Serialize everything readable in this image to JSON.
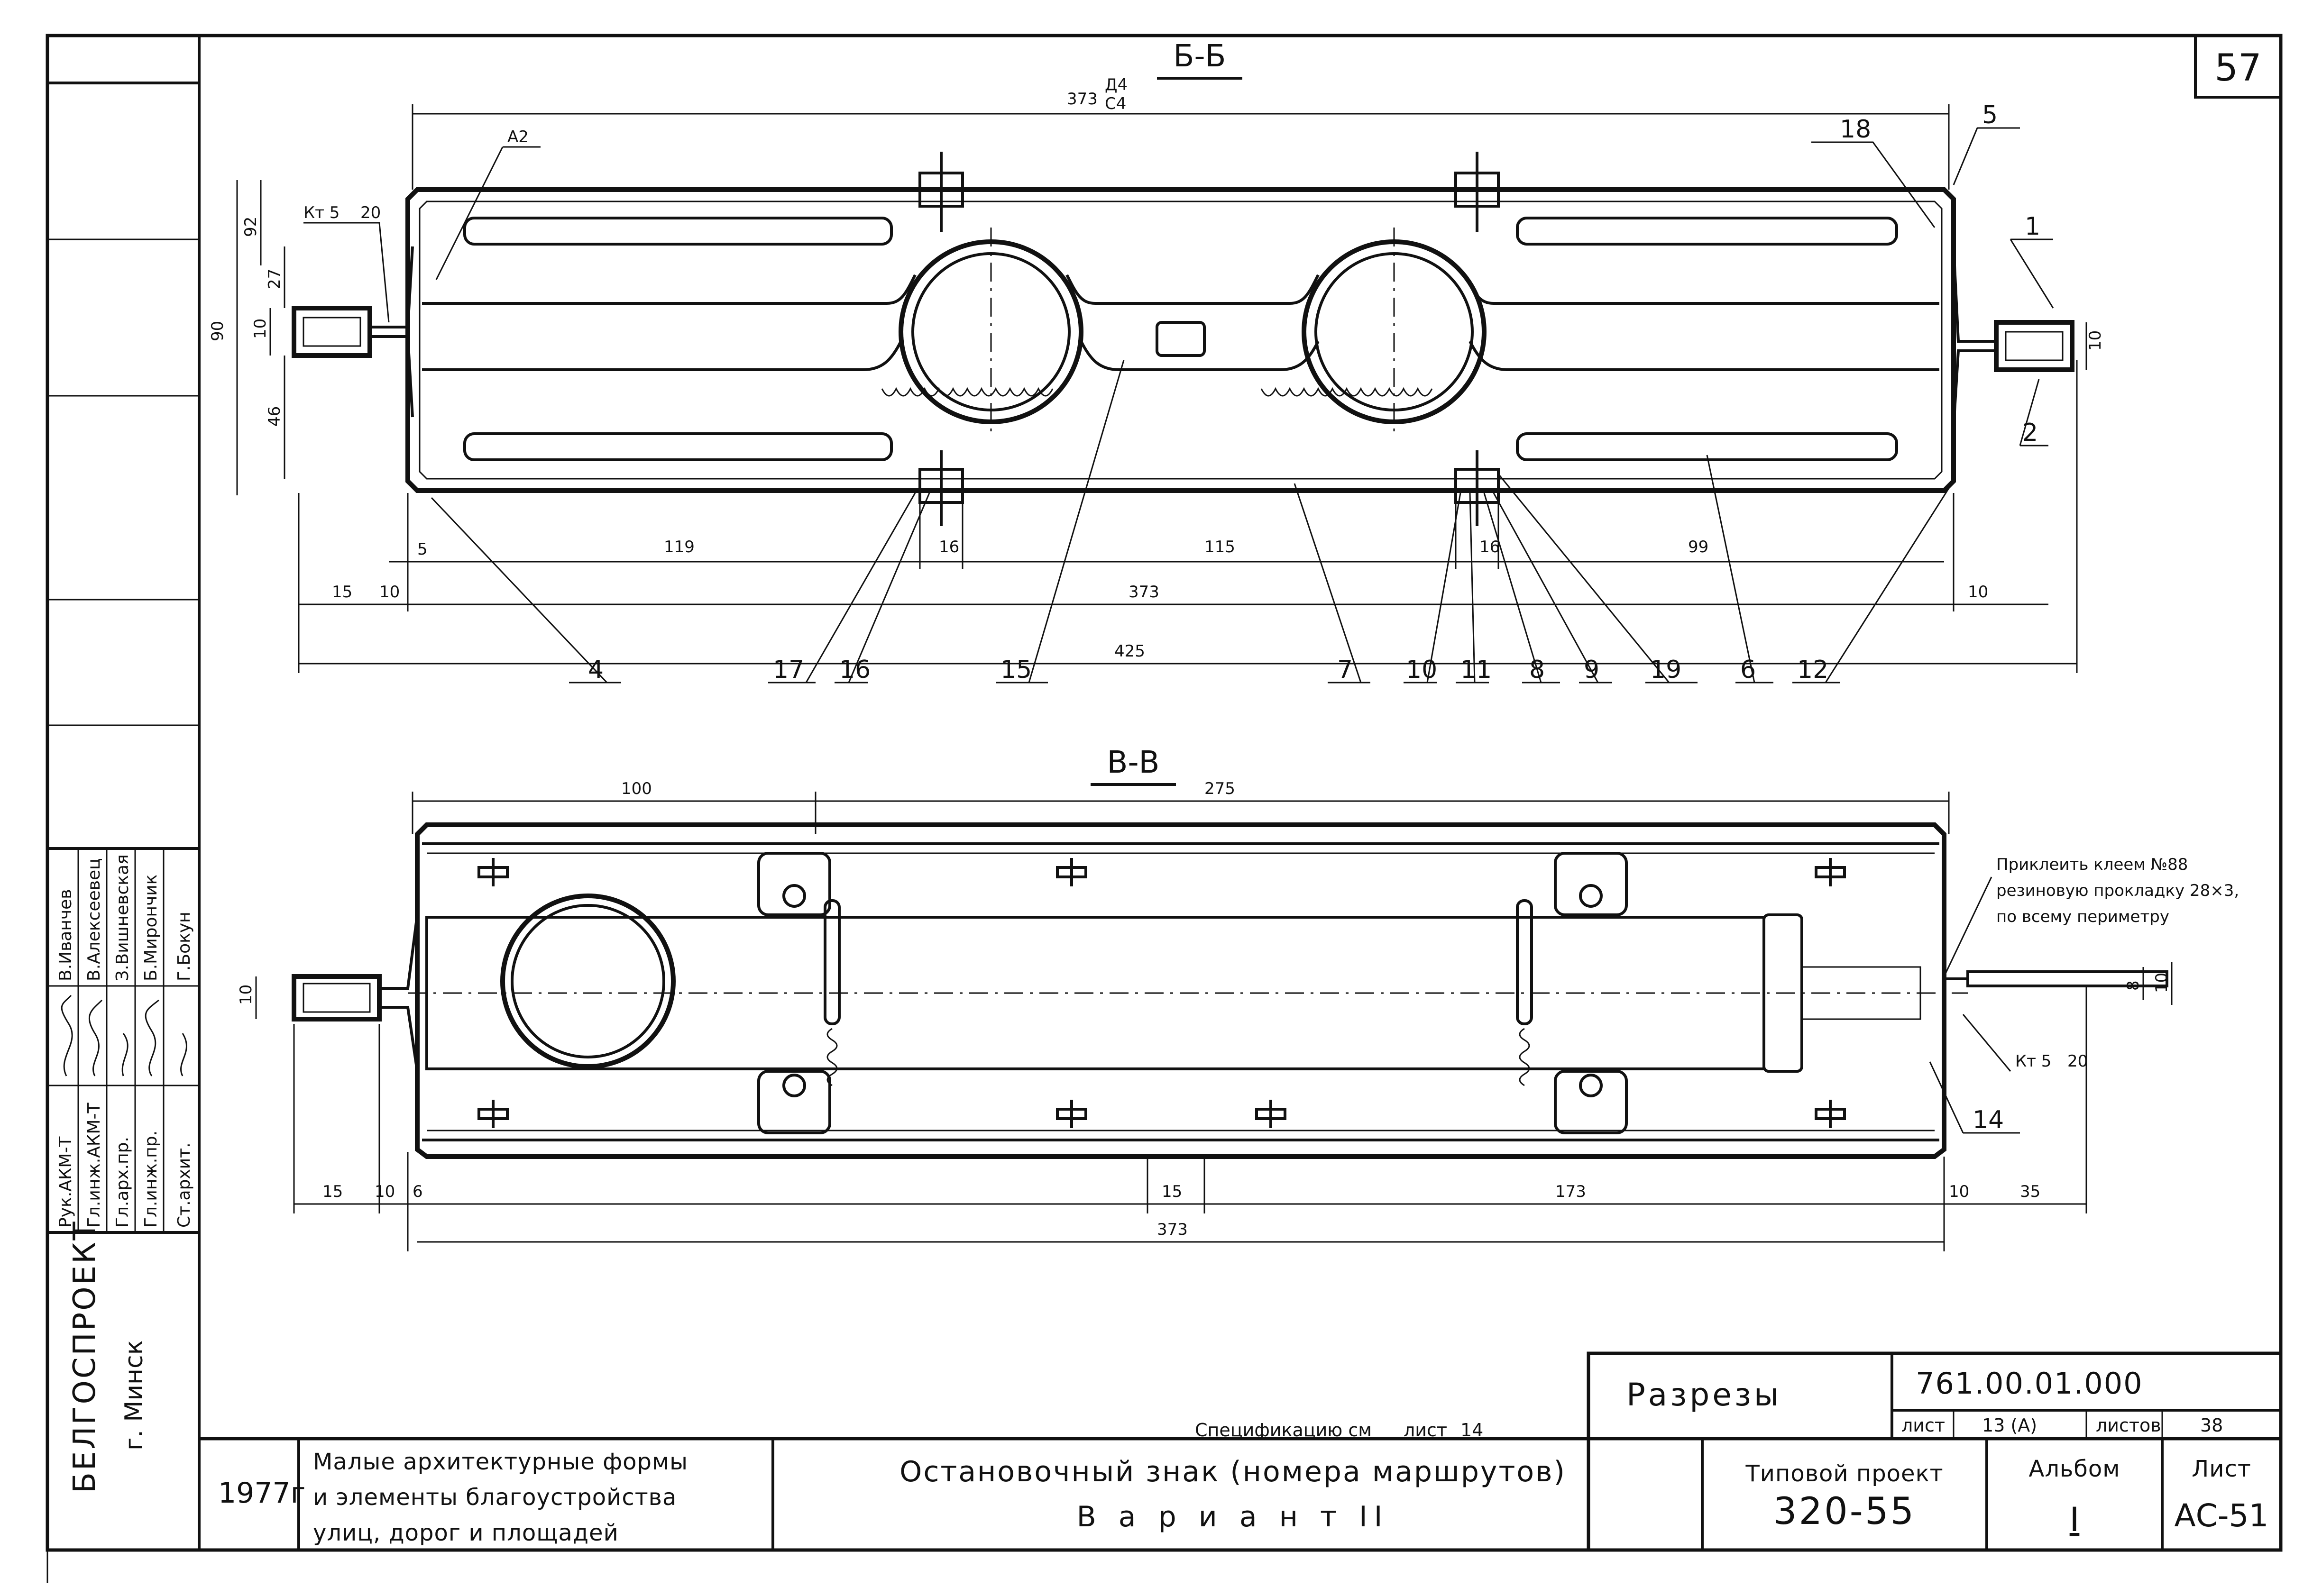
{
  "sheet_number": "57",
  "sections": {
    "bb": {
      "title": "Б-Б",
      "top_dim_a": "373",
      "top_dim_b": "Д4",
      "top_dim_c": "С4",
      "vert_dims": [
        "90",
        "92",
        "27",
        "10",
        "46",
        "10"
      ],
      "note_left": "Кт 5",
      "note_left_num": "20",
      "label_a2": "А2",
      "horiz_dims": [
        "5",
        "119",
        "16",
        "115",
        "16",
        "99",
        "15",
        "10",
        "373",
        "10",
        "425"
      ],
      "callouts": [
        "18",
        "5",
        "1",
        "2",
        "4",
        "17",
        "16",
        "15",
        "7",
        "10",
        "11",
        "8",
        "9",
        "19",
        "6",
        "12"
      ]
    },
    "vv": {
      "title": "В-В",
      "top_dims": [
        "100",
        "275"
      ],
      "left_dim": "10",
      "right_dims": [
        "8",
        "10"
      ],
      "bottom_dims": [
        "15",
        "10",
        "6",
        "15",
        "173",
        "10",
        "35",
        "373"
      ],
      "note_right": [
        "Приклеить клеем №88",
        "резиновую прокладку 28×3,",
        "по всему периметру"
      ],
      "note_kt": "Кт 5",
      "note_kt_num": "20",
      "callout_14": "14"
    }
  },
  "spec_note": {
    "text": "Спецификацию см",
    "sheet_word": "лист",
    "sheet_num": "14"
  },
  "title_block": {
    "sheet_name": "Разрезы",
    "doc_code": "761.00.01.000",
    "list_label": "лист",
    "list_value": "13 (А)",
    "lists_label": "листов",
    "lists_value": "38",
    "year": "1977г",
    "album_title": [
      "Малые архитектурные формы",
      "и элементы благоустройства",
      "улиц, дорог и площадей"
    ],
    "object_title": "Остановочный знак (номера маршрутов)",
    "variant": "В а р и а н т  II",
    "project_label": "Типовой проект",
    "project_value": "320-55",
    "album_label": "Альбом",
    "album_value": "I",
    "sheet_label": "Лист",
    "sheet_value": "АС-51"
  },
  "side_stamp": {
    "org": "БЕЛГОСПРОЕКТ",
    "city": "г. Минск",
    "roles": [
      "Рук.АКМ-Т",
      "Гл.инж.АКМ-Т",
      "Гл.арх.пр.",
      "Гл.инж.пр.",
      "Ст.архит."
    ],
    "names": [
      "В.Иванчев",
      "В.Алексеевец",
      "З.Вишневская",
      "Б.Мирончик",
      "Г.Бокун"
    ]
  }
}
